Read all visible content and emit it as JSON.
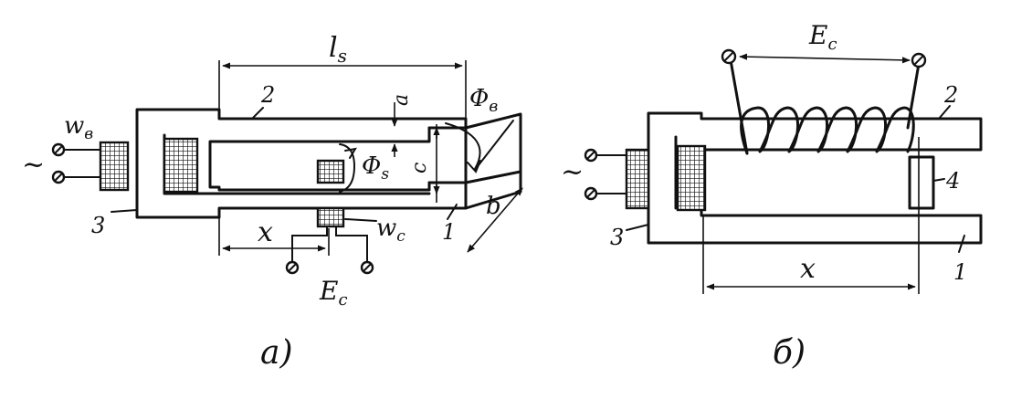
{
  "diagram_a": {
    "caption": "a)",
    "labels": {
      "winding_excitation": "w",
      "winding_excitation_sub": "в",
      "ac_source": "~",
      "part_3": "3",
      "part_2": "2",
      "part_1": "1",
      "length": "l",
      "length_sub": "s",
      "flux_main": "Φ",
      "flux_main_sub": "в",
      "flux_stray": "Φ",
      "flux_stray_sub": "s",
      "dim_a": "a",
      "dim_c": "c",
      "dim_b": "b",
      "position_x": "x",
      "winding_signal": "w",
      "winding_signal_sub": "c",
      "emf": "E",
      "emf_sub": "c"
    }
  },
  "diagram_b": {
    "caption": "б)",
    "labels": {
      "ac_source": "~",
      "part_3": "3",
      "part_2": "2",
      "part_1": "1",
      "part_4": "4",
      "position_x": "x",
      "emf": "E",
      "emf_sub": "c"
    }
  }
}
